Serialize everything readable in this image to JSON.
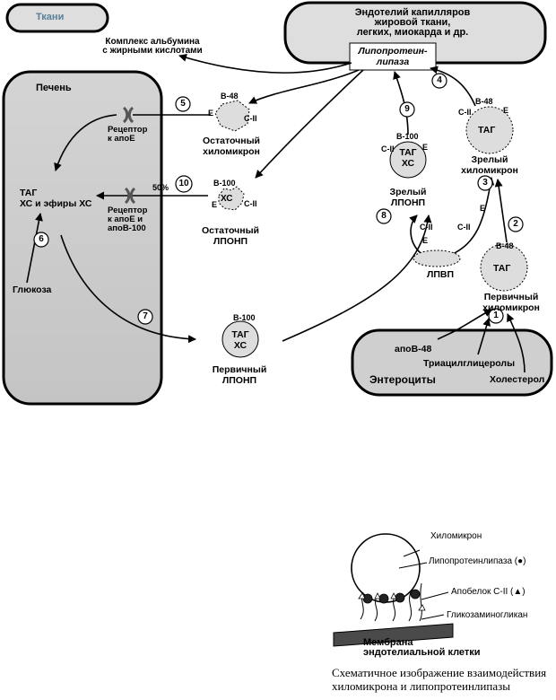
{
  "labels": {
    "tissues": "Ткани",
    "albumin_complex": [
      "Комплекс альбумина",
      "с жирными кислотами"
    ],
    "endothelium": [
      "Эндотелий капилляров",
      "жировой ткани,",
      "легких, миокарда  и др."
    ],
    "lipoprotein_lipase": [
      "Липопротеин-",
      "липаза"
    ],
    "liver": "Печень",
    "receptor_apoe": [
      "Рецептор",
      "к апоЕ"
    ],
    "receptor_apoe_b100": [
      "Рецептор",
      "к апоЕ и",
      "апоВ-100"
    ],
    "liver_content": [
      "ТАГ",
      "ХС и эфиры ХС"
    ],
    "glucose": "Глюкоза",
    "percent_50": "50%",
    "remnant_chylomicron": [
      "Остаточный",
      "хиломикрон"
    ],
    "remnant_vldl": [
      "Остаточный",
      "ЛПОНП"
    ],
    "mature_vldl": [
      "Зрелый",
      "ЛПОНП"
    ],
    "mature_chylomicron": [
      "Зрелый",
      "хиломикрон"
    ],
    "primary_chylomicron": [
      "Первичный",
      "хиломикрон"
    ],
    "primary_vldl": [
      "Первичный",
      "ЛПОНП"
    ],
    "hdl": "ЛПВП",
    "enterocytes": "Энтероциты",
    "apob48": "апоВ-48",
    "triacylglycerols": "Триацилглицеролы",
    "cholesterol": "Холестерол",
    "tag": "ТАГ",
    "xc": "ХС",
    "b48": "B-48",
    "b100": "B-100",
    "c2": "C-II",
    "e": "E"
  },
  "steps": [
    "1",
    "2",
    "3",
    "4",
    "5",
    "6",
    "7",
    "8",
    "9",
    "10"
  ],
  "inset": {
    "chylomicron": "Хиломикрон",
    "lpl": "Липопротеинлипаза (●)",
    "apoc2": "Апобелок С-II (▲)",
    "glycosaminoglycan": "Гликозаминогликан",
    "membrane": [
      "Мембрана",
      "эндотелиальной клетки"
    ]
  },
  "caption": [
    "Схематичное изображение взаимодействия",
    "хиломикрона и липопротеинлипазы"
  ]
}
